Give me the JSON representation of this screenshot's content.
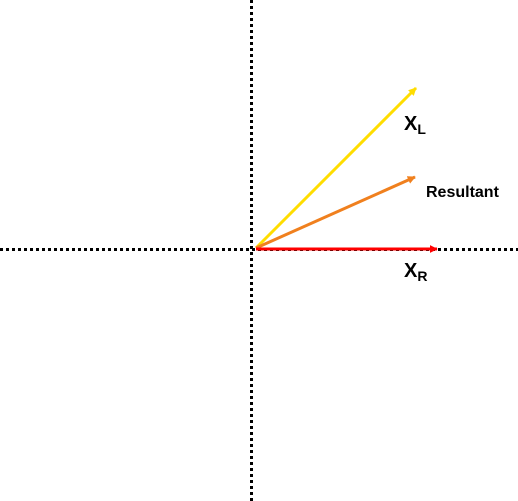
{
  "colors": {
    "background": "#ffffff",
    "axis": "#000000",
    "xl": "#ffdd00",
    "resultant": "#f0801e",
    "xr": "#ff0000"
  },
  "labels": {
    "xl_main": "X",
    "xl_sub": "L",
    "resultant": "Resultant",
    "xr_main": "X",
    "xr_sub": "R"
  }
}
